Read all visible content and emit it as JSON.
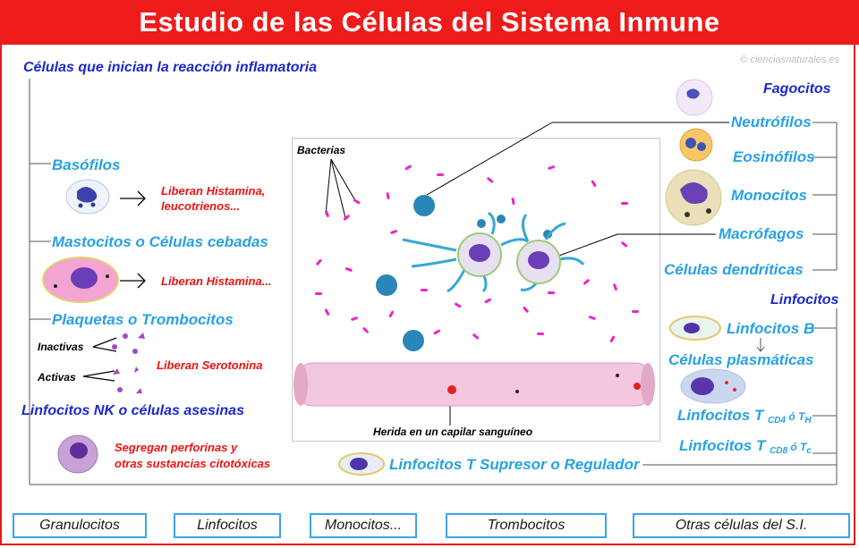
{
  "title": "Estudio de las Células del Sistema Inmune",
  "copyright": "© cienciasnaturales.es",
  "left": {
    "header": "Células que inician la reacción inflamatoria",
    "basofilos": "Basófilos",
    "basofilos_note_1": "Liberan Histamina,",
    "basofilos_note_2": "leucotrienos...",
    "mastocitos": "Mastocitos o Células cebadas",
    "mastocitos_note": "Liberan Histamina...",
    "plaquetas": "Plaquetas o Trombocitos",
    "inactivas": "Inactivas",
    "activas": "Activas",
    "plaquetas_note": "Liberan Serotonina",
    "nk": "Linfocitos NK o células asesinas",
    "nk_note_1": "Segregan perforinas y",
    "nk_note_2": "otras sustancias citotóxicas"
  },
  "center": {
    "bacterias": "Bacterias",
    "herida": "Herida en un capilar sanguíneo"
  },
  "right": {
    "fagocitos": "Fagocitos",
    "neutrofilos": "Neutrófilos",
    "eosinofilos": "Eosinófilos",
    "monocitos": "Monocitos",
    "macrofagos": "Macrófagos",
    "dendriticas": "Células dendríticas",
    "linfocitos": "Linfocitos",
    "linfocitos_b": "Linfocitos B",
    "plasmaticas": "Células plasmáticas",
    "cd4_prefix": "Linfocitos T",
    "cd4_sub": "CD4",
    "cd4_mid": " ó T",
    "cd4_sub2": "H",
    "cd8_prefix": "Linfocitos T",
    "cd8_sub": "CD8",
    "cd8_mid": " ó T",
    "cd8_sub2": "c",
    "supresor": "Linfocitos T Supresor o Regulador"
  },
  "nav": {
    "granulocitos": "Granulocitos",
    "linfocitos": "Linfocitos",
    "monocitos": "Monocitos...",
    "trombocitos": "Trombocitos",
    "otras": "Otras células del S.I."
  },
  "colors": {
    "title_bg": "#ee1b1b",
    "dark_blue": "#1b29c9",
    "light_blue": "#27a1e4",
    "red": "#ee1111",
    "bacteria": "#ee22cc"
  }
}
